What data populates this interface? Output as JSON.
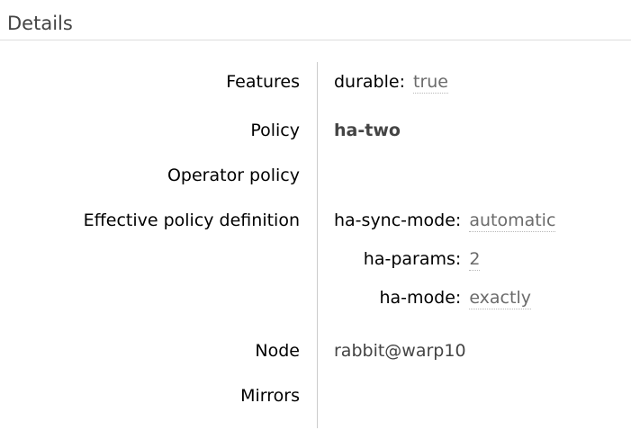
{
  "panel": {
    "title": "Details",
    "rows": [
      {
        "label": "Features",
        "pairs": [
          {
            "key": "durable:",
            "value": "true"
          }
        ]
      },
      {
        "label": "Policy",
        "value": "ha-two"
      },
      {
        "label": "Operator policy",
        "value": ""
      },
      {
        "label": "Effective policy definition",
        "pairs": [
          {
            "key": "ha-sync-mode:",
            "value": "automatic"
          },
          {
            "key": "ha-params:",
            "value": "2"
          },
          {
            "key": "ha-mode:",
            "value": "exactly"
          }
        ]
      },
      {
        "label": "Node",
        "value": "rabbit@warp10"
      },
      {
        "label": "Mirrors",
        "value": ""
      }
    ]
  },
  "colors": {
    "heading": "#444444",
    "heading_rule": "#dddddd",
    "divider": "#cccccc",
    "muted_value": "#6b6b6b",
    "dotted_underline": "#b8b8b8",
    "link": "#444444"
  }
}
